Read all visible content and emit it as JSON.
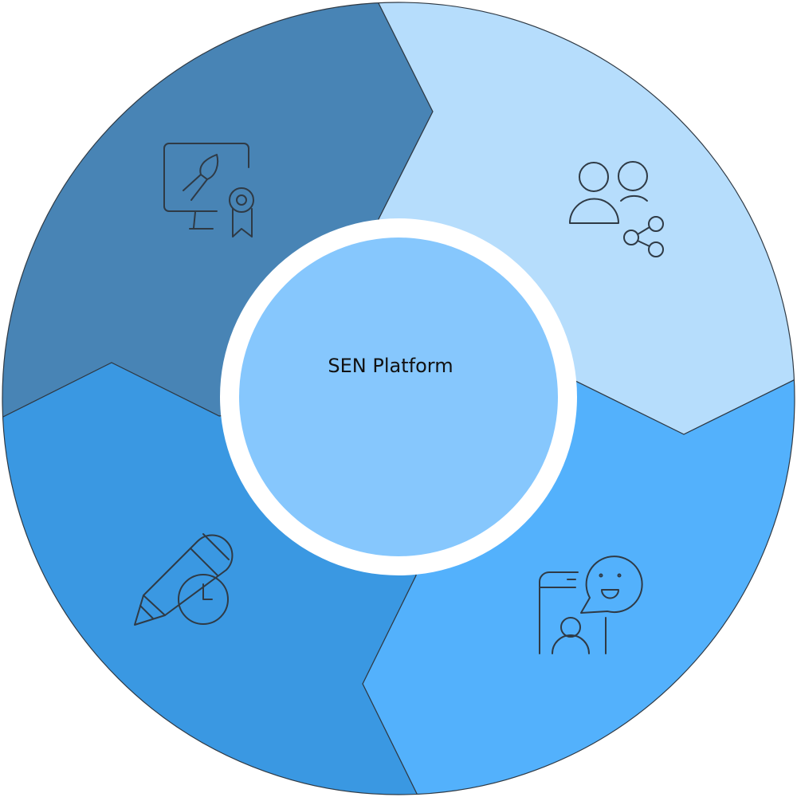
{
  "title": "SEN Platform",
  "segments": [
    {
      "id": "top-left",
      "icon": "monitor-paintbrush-award-icon",
      "color": "#4884b5"
    },
    {
      "id": "top-right",
      "icon": "users-share-icon",
      "color": "#b6ddfc"
    },
    {
      "id": "bottom-right",
      "icon": "phone-chat-user-icon",
      "color": "#53b1fc"
    },
    {
      "id": "bottom-left",
      "icon": "pencil-clock-icon",
      "color": "#3a98e2"
    }
  ],
  "center": {
    "ring_color": "#ffffff",
    "fill_color": "#86c7fd"
  },
  "stroke_color": "#2f3a45"
}
